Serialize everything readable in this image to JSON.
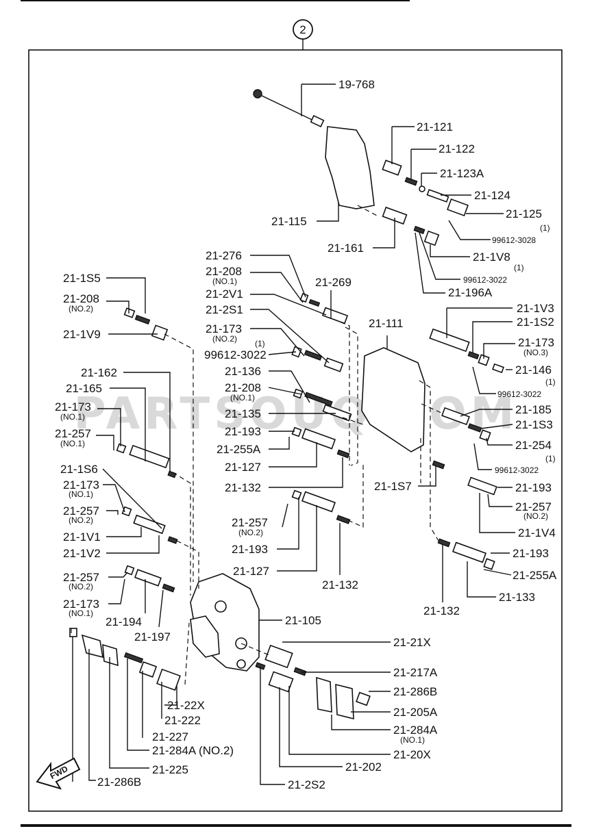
{
  "group_number": "2",
  "watermark": "PARTSOUQ.COM",
  "fwd_label": "FWD",
  "labels": [
    {
      "id": "19-768",
      "text": "19-768"
    },
    {
      "id": "21-121",
      "text": "21-121"
    },
    {
      "id": "21-122",
      "text": "21-122"
    },
    {
      "id": "21-123A",
      "text": "21-123A"
    },
    {
      "id": "21-124",
      "text": "21-124"
    },
    {
      "id": "21-125",
      "text": "21-125"
    },
    {
      "id": "q1a",
      "text": "(1)"
    },
    {
      "id": "99612-3028",
      "text": "99612-3028"
    },
    {
      "id": "21-115",
      "text": "21-115"
    },
    {
      "id": "21-161",
      "text": "21-161"
    },
    {
      "id": "21-1V8",
      "text": "21-1V8"
    },
    {
      "id": "q1b",
      "text": "(1)"
    },
    {
      "id": "99612-3022a",
      "text": "99612-3022"
    },
    {
      "id": "21-196A",
      "text": "21-196A"
    },
    {
      "id": "21-276",
      "text": "21-276"
    },
    {
      "id": "21-208a",
      "text": "21-208"
    },
    {
      "id": "no1a",
      "text": "(NO.1)"
    },
    {
      "id": "21-269",
      "text": "21-269"
    },
    {
      "id": "21-2V1",
      "text": "21-2V1"
    },
    {
      "id": "21-2S1",
      "text": "21-2S1"
    },
    {
      "id": "21-111",
      "text": "21-111"
    },
    {
      "id": "21-173a",
      "text": "21-173"
    },
    {
      "id": "no2a",
      "text": "(NO.2)"
    },
    {
      "id": "q1c",
      "text": "(1)"
    },
    {
      "id": "99612-3022b",
      "text": "99612-3022"
    },
    {
      "id": "21-136",
      "text": "21-136"
    },
    {
      "id": "21-208b",
      "text": "21-208"
    },
    {
      "id": "no1b",
      "text": "(NO.1)"
    },
    {
      "id": "21-135",
      "text": "21-135"
    },
    {
      "id": "21-193a",
      "text": "21-193"
    },
    {
      "id": "21-255Aa",
      "text": "21-255A"
    },
    {
      "id": "21-127a",
      "text": "21-127"
    },
    {
      "id": "21-132a",
      "text": "21-132"
    },
    {
      "id": "21-1S5",
      "text": "21-1S5"
    },
    {
      "id": "21-208c",
      "text": "21-208"
    },
    {
      "id": "no2b",
      "text": "(NO.2)"
    },
    {
      "id": "21-1V9",
      "text": "21-1V9"
    },
    {
      "id": "21-162",
      "text": "21-162"
    },
    {
      "id": "21-165",
      "text": "21-165"
    },
    {
      "id": "21-173b",
      "text": "21-173"
    },
    {
      "id": "no1c",
      "text": "(NO.1)"
    },
    {
      "id": "21-257a",
      "text": "21-257"
    },
    {
      "id": "no1d",
      "text": "(NO.1)"
    },
    {
      "id": "21-1S6",
      "text": "21-1S6"
    },
    {
      "id": "21-173c",
      "text": "21-173"
    },
    {
      "id": "no1e",
      "text": "(NO.1)"
    },
    {
      "id": "21-257b",
      "text": "21-257"
    },
    {
      "id": "no2c",
      "text": "(NO.2)"
    },
    {
      "id": "21-1V1",
      "text": "21-1V1"
    },
    {
      "id": "21-1V2",
      "text": "21-1V2"
    },
    {
      "id": "21-257c",
      "text": "21-257"
    },
    {
      "id": "no2d",
      "text": "(NO.2)"
    },
    {
      "id": "21-173d",
      "text": "21-173"
    },
    {
      "id": "no1f",
      "text": "(NO.1)"
    },
    {
      "id": "21-194",
      "text": "21-194"
    },
    {
      "id": "21-197",
      "text": "21-197"
    },
    {
      "id": "21-1V3",
      "text": "21-1V3"
    },
    {
      "id": "21-1S2",
      "text": "21-1S2"
    },
    {
      "id": "21-173e",
      "text": "21-173"
    },
    {
      "id": "no3a",
      "text": "(NO.3)"
    },
    {
      "id": "21-146",
      "text": "21-146"
    },
    {
      "id": "q1d",
      "text": "(1)"
    },
    {
      "id": "99612-3022c",
      "text": "99612-3022"
    },
    {
      "id": "21-185",
      "text": "21-185"
    },
    {
      "id": "21-1S3",
      "text": "21-1S3"
    },
    {
      "id": "21-254",
      "text": "21-254"
    },
    {
      "id": "q1e",
      "text": "(1)"
    },
    {
      "id": "99612-3022d",
      "text": "99612-3022"
    },
    {
      "id": "21-1S7",
      "text": "21-1S7"
    },
    {
      "id": "21-193b",
      "text": "21-193"
    },
    {
      "id": "21-257d",
      "text": "21-257"
    },
    {
      "id": "no2e",
      "text": "(NO.2)"
    },
    {
      "id": "21-1V4",
      "text": "21-1V4"
    },
    {
      "id": "21-257e",
      "text": "21-257"
    },
    {
      "id": "no2f",
      "text": "(NO.2)"
    },
    {
      "id": "21-193c",
      "text": "21-193"
    },
    {
      "id": "21-127b",
      "text": "21-127"
    },
    {
      "id": "21-132b",
      "text": "21-132"
    },
    {
      "id": "21-193d",
      "text": "21-193"
    },
    {
      "id": "21-255Ab",
      "text": "21-255A"
    },
    {
      "id": "21-133",
      "text": "21-133"
    },
    {
      "id": "21-132c",
      "text": "21-132"
    },
    {
      "id": "21-105",
      "text": "21-105"
    },
    {
      "id": "21-21X",
      "text": "21-21X"
    },
    {
      "id": "21-217A",
      "text": "21-217A"
    },
    {
      "id": "21-286Ba",
      "text": "21-286B"
    },
    {
      "id": "21-205A",
      "text": "21-205A"
    },
    {
      "id": "21-284Aa",
      "text": "21-284A"
    },
    {
      "id": "no1g",
      "text": "(NO.1)"
    },
    {
      "id": "21-20X",
      "text": "21-20X"
    },
    {
      "id": "21-202",
      "text": "21-202"
    },
    {
      "id": "21-2S2",
      "text": "21-2S2"
    },
    {
      "id": "21-22X",
      "text": "21-22X"
    },
    {
      "id": "21-222",
      "text": "21-222"
    },
    {
      "id": "21-227",
      "text": "21-227"
    },
    {
      "id": "21-284Ab",
      "text": "21-284A (NO.2)"
    },
    {
      "id": "21-225",
      "text": "21-225"
    },
    {
      "id": "21-286Bb",
      "text": "21-286B"
    }
  ]
}
